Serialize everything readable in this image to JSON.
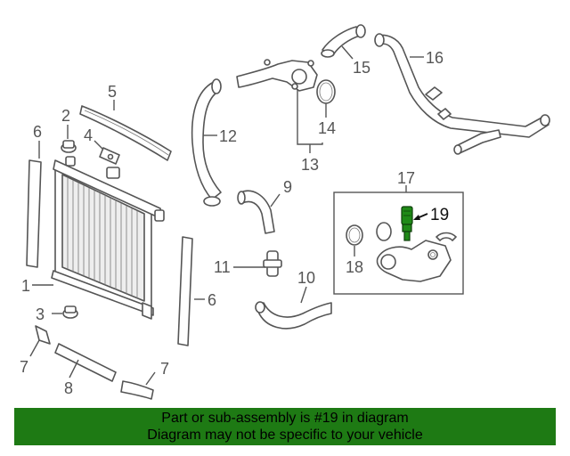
{
  "callouts": {
    "c1": "1",
    "c2": "2",
    "c3": "3",
    "c4": "4",
    "c5": "5",
    "c6a": "6",
    "c6b": "6",
    "c7a": "7",
    "c7b": "7",
    "c8": "8",
    "c9": "9",
    "c10": "10",
    "c11": "11",
    "c12": "12",
    "c13": "13",
    "c14": "14",
    "c15": "15",
    "c16": "16",
    "c17": "17",
    "c18": "18",
    "c19": "19"
  },
  "banner": {
    "line1": "Part or sub-assembly is #19 in diagram",
    "line2": "Diagram may not be specific to your vehicle"
  },
  "colors": {
    "banner_bg": "#1e7a14",
    "highlight_part": "#1f8a17",
    "line_art": "#555555"
  }
}
